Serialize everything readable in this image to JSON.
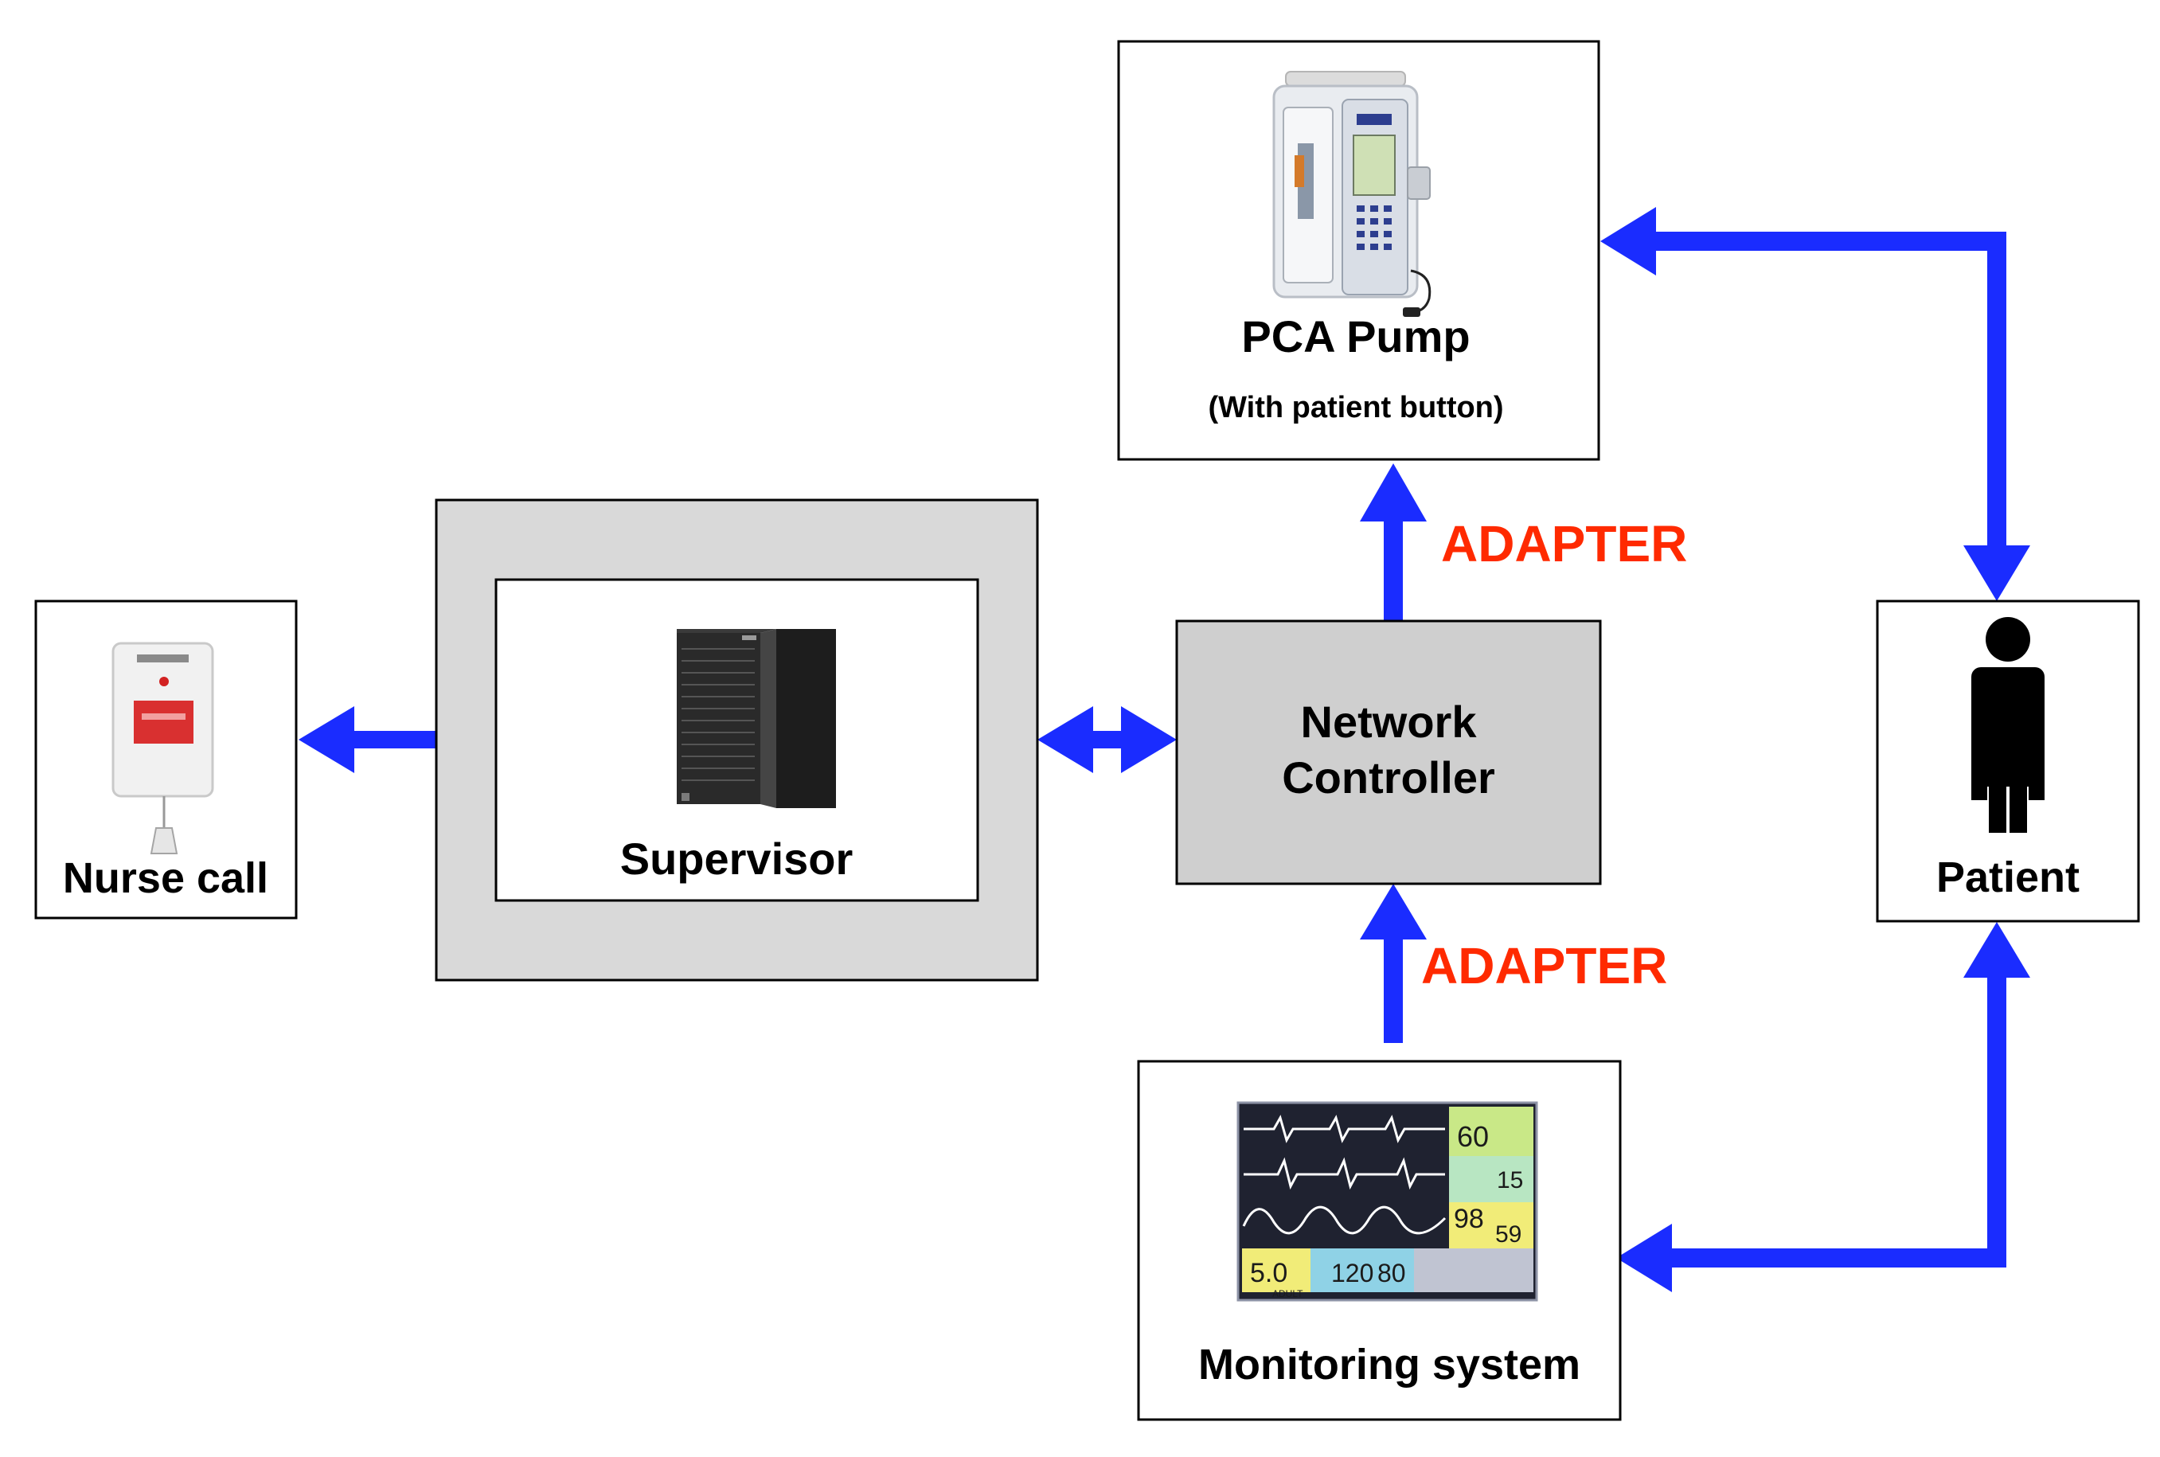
{
  "colors": {
    "arrow": "#1a2cff",
    "adapter": "#ff2a00",
    "box_border": "#000000",
    "gray_fill": "#d9d9d9",
    "controller_fill": "#cfcfcf"
  },
  "nodes": {
    "nurse_call": {
      "label": "Nurse call",
      "icon": "nurse-call-pendant-icon"
    },
    "supervisor": {
      "label": "Supervisor",
      "icon": "server-tower-icon"
    },
    "network_controller": {
      "line1": "Network",
      "line2": "Controller"
    },
    "pca_pump": {
      "label": "PCA Pump",
      "sublabel": "(With patient button)",
      "icon": "infusion-pump-icon"
    },
    "patient": {
      "label": "Patient",
      "icon": "person-icon"
    },
    "monitoring_system": {
      "label": "Monitoring system",
      "icon": "patient-monitor-icon"
    }
  },
  "adapters": {
    "top": "ADAPTER",
    "bottom": "ADAPTER"
  },
  "monitor_readout": {
    "hr": "60",
    "rr": "15",
    "spo2": "98",
    "pr": "59",
    "etco2": "5.0",
    "nibp_sys": "120",
    "nibp_dia": "80",
    "mode": "ADULT"
  }
}
